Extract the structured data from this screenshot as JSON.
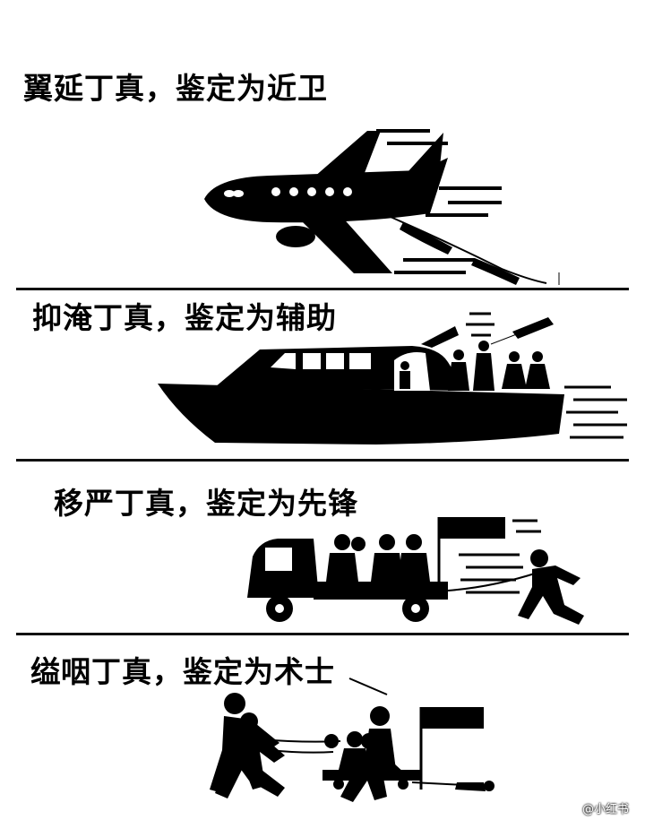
{
  "panels": [
    {
      "caption": "翼延丁真，鉴定为近卫",
      "scene": "airplane"
    },
    {
      "caption": "抑淹丁真，鉴定为辅助",
      "scene": "boat"
    },
    {
      "caption": "移严丁真，鉴定为先锋",
      "scene": "truck"
    },
    {
      "caption": "缢咽丁真，鉴定为术士",
      "scene": "people-dragging"
    }
  ],
  "watermark": "@小红书"
}
